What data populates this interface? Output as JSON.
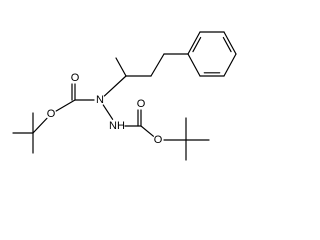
{
  "atoms": [
    {
      "id": "c1",
      "element": "C",
      "label": ""
    },
    {
      "id": "c2",
      "element": "C",
      "label": ""
    },
    {
      "id": "c3",
      "element": "C",
      "label": ""
    },
    {
      "id": "c4",
      "element": "C",
      "label": ""
    },
    {
      "id": "ph1",
      "element": "C",
      "label": ""
    },
    {
      "id": "ph2",
      "element": "C",
      "label": ""
    },
    {
      "id": "ph3",
      "element": "C",
      "label": ""
    },
    {
      "id": "ph4",
      "element": "C",
      "label": ""
    },
    {
      "id": "ph5",
      "element": "C",
      "label": ""
    },
    {
      "id": "ph6",
      "element": "C",
      "label": ""
    },
    {
      "id": "n1",
      "element": "N",
      "label": "N"
    },
    {
      "id": "n2",
      "element": "N",
      "label": "NH"
    },
    {
      "id": "ca",
      "element": "C",
      "label": ""
    },
    {
      "id": "oa1",
      "element": "O",
      "label": "O"
    },
    {
      "id": "oa2",
      "element": "O",
      "label": "O"
    },
    {
      "id": "ta",
      "element": "C",
      "label": ""
    },
    {
      "id": "ta1",
      "element": "C",
      "label": ""
    },
    {
      "id": "ta2",
      "element": "C",
      "label": ""
    },
    {
      "id": "ta3",
      "element": "C",
      "label": ""
    },
    {
      "id": "cb",
      "element": "C",
      "label": ""
    },
    {
      "id": "ob1",
      "element": "O",
      "label": "O"
    },
    {
      "id": "ob2",
      "element": "O",
      "label": "O"
    },
    {
      "id": "tb",
      "element": "C",
      "label": ""
    },
    {
      "id": "tb1",
      "element": "C",
      "label": ""
    },
    {
      "id": "tb2",
      "element": "C",
      "label": ""
    },
    {
      "id": "tb3",
      "element": "C",
      "label": ""
    }
  ],
  "bonds": [
    {
      "from": "c1",
      "to": "c2",
      "order": 1
    },
    {
      "from": "c2",
      "to": "c3",
      "order": 1
    },
    {
      "from": "c3",
      "to": "c4",
      "order": 1
    },
    {
      "from": "c4",
      "to": "ph1",
      "order": 1
    },
    {
      "from": "ph1",
      "to": "ph2",
      "order": 2
    },
    {
      "from": "ph2",
      "to": "ph3",
      "order": 1
    },
    {
      "from": "ph3",
      "to": "ph4",
      "order": 2
    },
    {
      "from": "ph4",
      "to": "ph5",
      "order": 1
    },
    {
      "from": "ph5",
      "to": "ph6",
      "order": 2
    },
    {
      "from": "ph6",
      "to": "ph1",
      "order": 1
    },
    {
      "from": "c2",
      "to": "n1",
      "order": 1
    },
    {
      "from": "n1",
      "to": "n2",
      "order": 1
    },
    {
      "from": "n1",
      "to": "ca",
      "order": 1
    },
    {
      "from": "ca",
      "to": "oa1",
      "order": 2
    },
    {
      "from": "ca",
      "to": "oa2",
      "order": 1
    },
    {
      "from": "oa2",
      "to": "ta",
      "order": 1
    },
    {
      "from": "ta",
      "to": "ta1",
      "order": 1
    },
    {
      "from": "ta",
      "to": "ta2",
      "order": 1
    },
    {
      "from": "ta",
      "to": "ta3",
      "order": 1
    },
    {
      "from": "n2",
      "to": "cb",
      "order": 1
    },
    {
      "from": "cb",
      "to": "ob1",
      "order": 2
    },
    {
      "from": "cb",
      "to": "ob2",
      "order": 1
    },
    {
      "from": "ob2",
      "to": "tb",
      "order": 1
    },
    {
      "from": "tb",
      "to": "tb1",
      "order": 1
    },
    {
      "from": "tb",
      "to": "tb2",
      "order": 1
    },
    {
      "from": "tb",
      "to": "tb3",
      "order": 1
    }
  ]
}
